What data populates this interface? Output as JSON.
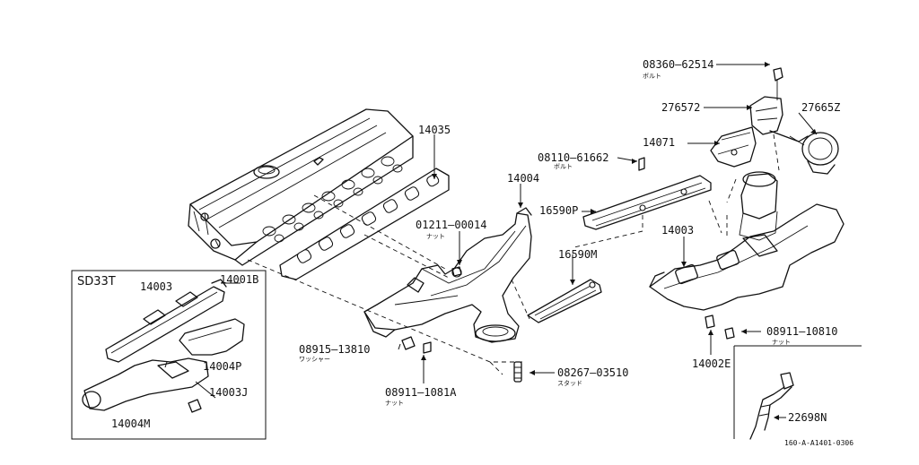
{
  "inset_box": {
    "title": "SD33T"
  },
  "parts": [
    {
      "id": "p14035",
      "part_no": "14035",
      "note": ""
    },
    {
      "id": "p14004",
      "part_no": "14004",
      "note": ""
    },
    {
      "id": "p01211",
      "part_no": "01211–00014",
      "note": "ナット"
    },
    {
      "id": "p08110",
      "part_no": "08110–61662",
      "note": "ボルト"
    },
    {
      "id": "p14071",
      "part_no": "14071",
      "note": ""
    },
    {
      "id": "p16590P",
      "part_no": "16590P",
      "note": ""
    },
    {
      "id": "p16590M",
      "part_no": "16590M",
      "note": ""
    },
    {
      "id": "p08360",
      "part_no": "08360–62514",
      "note": "ボルト"
    },
    {
      "id": "p276572",
      "part_no": "276572",
      "note": ""
    },
    {
      "id": "p27665Z",
      "part_no": "27665Z",
      "note": ""
    },
    {
      "id": "p14003",
      "part_no": "14003",
      "note": ""
    },
    {
      "id": "p08911_10810",
      "part_no": "08911–10810",
      "note": "ナット"
    },
    {
      "id": "p14002E",
      "part_no": "14002E",
      "note": ""
    },
    {
      "id": "p08267",
      "part_no": "08267–03510",
      "note": "スタッド"
    },
    {
      "id": "p08915",
      "part_no": "08915–13810",
      "note": "ワッシャー"
    },
    {
      "id": "p08911_1081A",
      "part_no": "08911–1081A",
      "note": "ナット"
    },
    {
      "id": "p22698N",
      "part_no": "22698N",
      "note": ""
    }
  ],
  "inset_parts": [
    {
      "id": "i14003",
      "part_no": "14003"
    },
    {
      "id": "i14001B",
      "part_no": "14001B"
    },
    {
      "id": "i14004P",
      "part_no": "14004P"
    },
    {
      "id": "i14003J",
      "part_no": "14003J"
    },
    {
      "id": "i14004M",
      "part_no": "14004M"
    }
  ],
  "reference_code": "160-A-A1401-0306"
}
